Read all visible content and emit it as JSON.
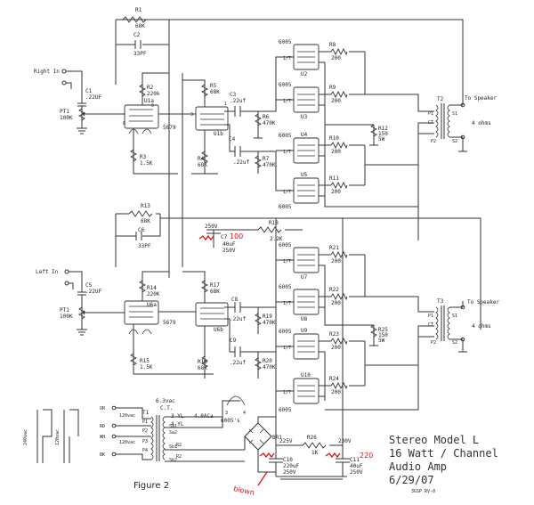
{
  "labels": {
    "r1": "R1",
    "r1v": "68K",
    "c2": "C2",
    "c2v": "33PF",
    "right_in": "Right In",
    "c1": "C1",
    "c1v": ".22UF",
    "pt1": "PT1",
    "pt1v": "100K",
    "r2": "R2",
    "r2v": "220k",
    "r5": "R5",
    "r5v": "68K",
    "u1a": "U1a",
    "u1b": "U1b",
    "u1_part": "5679",
    "c3": "C3",
    "c3v": ".22uf",
    "r6": "R6",
    "r6v": "470K",
    "c4": "C4",
    "c4v": ".22uf",
    "r7": "R7",
    "r7v": "470K",
    "r3": "R3",
    "r3v": "1.5K",
    "r4": "R4",
    "r4v": "68K",
    "r13": "R13",
    "r13v": "68K",
    "c6": "C6",
    "c6v": "33PF",
    "c7": "C7",
    "c7v": "40uF",
    "c7vv": "250V",
    "c7_top": "250V",
    "c7_red": "100",
    "r18": "R18",
    "r18v": "2.2K",
    "left_in": "Left In",
    "c5": "C5",
    "c5v": ".22UF",
    "pt1b": "PT1",
    "pt1bv": "100K",
    "r14": "R14",
    "r14v": "220K",
    "r17": "R17",
    "r17v": "68K",
    "u6a": "U6a",
    "u6b": "U6b",
    "u6_part": "5679",
    "c8": "C8",
    "c8v": ".22uf",
    "r19": "R19",
    "r19v": "470K",
    "c9": "C9",
    "c9v": ".22uf",
    "r20": "R20",
    "r20v": "470K",
    "r15": "R15",
    "r15v": "1.5K",
    "r16": "R16",
    "r16v": "68K",
    "tube": "6005",
    "u2": "U2",
    "u3": "U3",
    "u4": "U4",
    "u5": "U5",
    "u7": "U7",
    "u8": "U8",
    "u9": "U9",
    "u10": "U10",
    "r8": "R8",
    "r9": "R9",
    "r10": "R10",
    "r11": "R11",
    "r21": "R21",
    "r22": "R22",
    "r23": "R23",
    "r24": "R24",
    "r200": "200",
    "r12": "R12",
    "r12v": "150",
    "r12w": "5W",
    "r25": "R25",
    "r25v": "150",
    "r25w": "5W",
    "half": "1/7",
    "t2": "T2",
    "t3": "T3",
    "to_speaker": "To Speaker",
    "ohms": "4 ohms",
    "p1": "P1",
    "p2": "P2",
    "s1": "S1",
    "s2": "S2",
    "ct": "CT",
    "t1": "T1",
    "ct_volts": "6.3vac",
    "ct_label": "C.T.",
    "yl": "3 YL",
    "yl_amps": "4.0ACa",
    "yl2": "4 YL",
    "sa1": "Sa1",
    "sa2": "Sa2",
    "sb1": "Sb1",
    "sb2": "Sb2",
    "v120a": "120vac",
    "v120b": "120vac",
    "v240": "240vac",
    "v120c": "120vac",
    "p1t": "P1",
    "p2t": "P2",
    "p3t": "P3",
    "p4t": "P4",
    "or": "OR",
    "bk": "BK",
    "rd": "RD",
    "wh": "WH",
    "r2t": "R2",
    "heater_pins": "6005's",
    "pin3": "3",
    "pin4": "4",
    "br1": "BR1",
    "r26": "R26",
    "r26v": "1K",
    "v225": "225V",
    "v230": "230V",
    "c10": "C10",
    "c10v": "220uF",
    "c10vv": "250V",
    "c11": "C11",
    "c11v": "40uF",
    "c11vv": "250V",
    "c11_red": "220",
    "blown": "blown",
    "figure": "Figure 2",
    "title1": "Stereo  Model L",
    "title2": "16 Watt / Channel",
    "title3": "Audio Amp",
    "date": "6/29/07",
    "code": "3GSP    RV-0"
  }
}
